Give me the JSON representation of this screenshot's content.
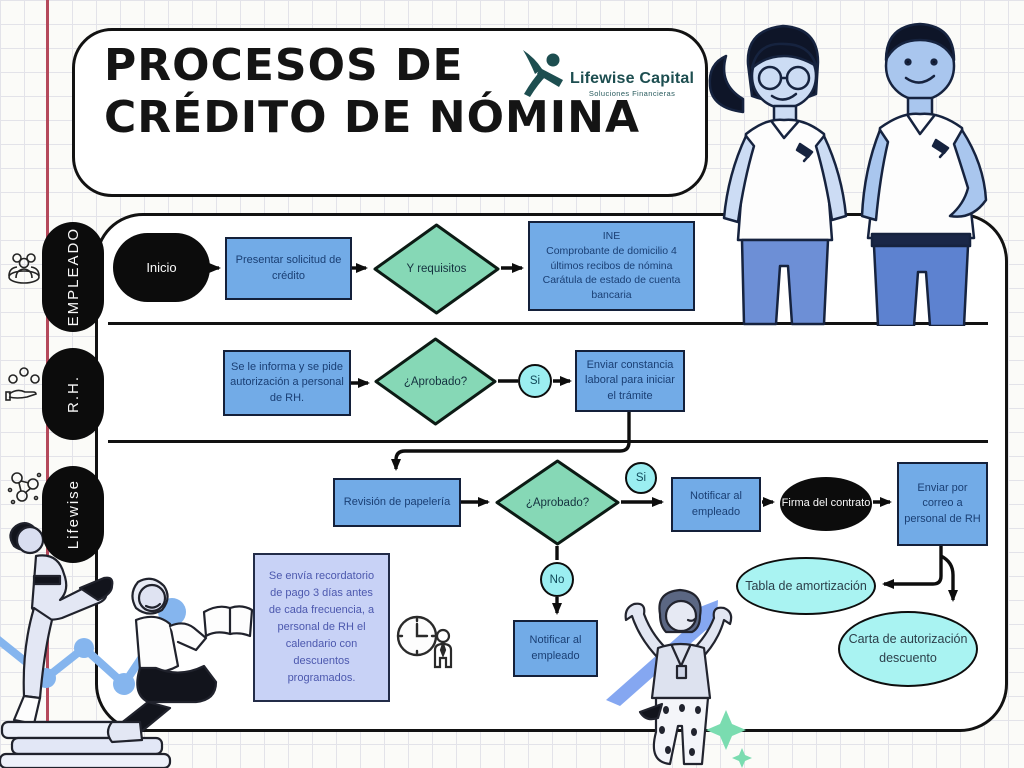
{
  "title": {
    "line1": "PROCESOS DE",
    "line2": "CRÉDITO DE NÓMINA"
  },
  "logo": {
    "name": "Lifewise Capital",
    "tagline": "Soluciones Financieras"
  },
  "lanes": [
    {
      "label": "EMPLEADO"
    },
    {
      "label": "R.H."
    },
    {
      "label": "Lifewise"
    }
  ],
  "nodes": {
    "inicio": "Inicio",
    "presentar_solicitud": "Presentar solicitud de crédito",
    "y_requisitos": "Y requisitos",
    "ine_docs": "INE\nComprobante de domicilio 4 últimos recibos de nómina Carátula de estado de cuenta bancaria",
    "se_informa": "Se le informa y se pide autorización a personal de RH.",
    "aprobado_rh": "¿Aprobado?",
    "si_rh": "Si",
    "enviar_constancia": "Enviar constancia laboral para iniciar el trámite",
    "revision_papeleria": "Revisión de papelería",
    "aprobado_lifewise": "¿Aprobado?",
    "si_lifewise": "Si",
    "notificar_empleado_si": "Notificar al empleado",
    "firma_contrato": "Firma del contrato",
    "enviar_correo_rh": "Enviar por correo a personal de RH",
    "tabla_amortizacion": "Tabla de amortización",
    "carta_autorizacion": "Carta de autorización descuento",
    "no_lifewise": "No",
    "notificar_empleado_no": "Notificar al empleado",
    "recordatorio_nota": "Se envía recordatorio de pago 3 días antes de cada frecuencia, a personal de RH el calendario con descuentos programados."
  },
  "colors": {
    "process_blue": "#72abe7",
    "decision_green": "#86d8b6",
    "connector_cyan": "#9beef1",
    "data_cyan": "#a9f3f2",
    "note_lavender": "#c8d2f6",
    "ink_black": "#0c0c0c",
    "margin_red": "#b5495b",
    "logo_teal": "#1d4e50"
  }
}
